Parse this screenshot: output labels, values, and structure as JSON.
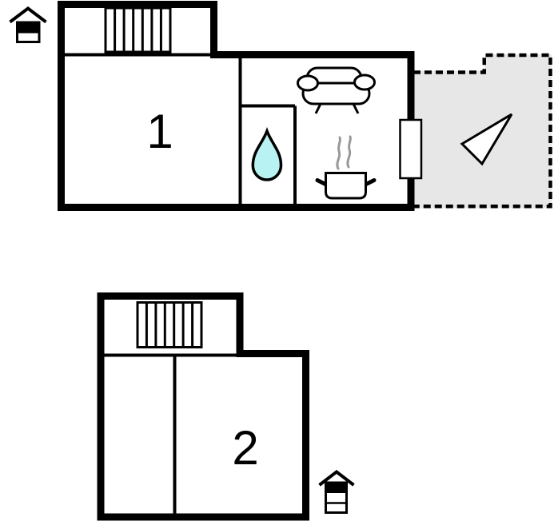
{
  "colors": {
    "wall": "#000000",
    "terrace_fill": "#e7e7e7",
    "water_drop_fill": "#b9f2f2",
    "steam": "#999999",
    "label": "#000000",
    "background": "#ffffff"
  },
  "floors": [
    {
      "room_label": "1",
      "icons": [
        "house-level-indicator",
        "staircase",
        "water-drop",
        "sofa",
        "cooking-pot",
        "steam",
        "door",
        "terrace",
        "compass-arrow"
      ]
    },
    {
      "room_label": "2",
      "icons": [
        "staircase",
        "house-level-indicator"
      ]
    }
  ]
}
